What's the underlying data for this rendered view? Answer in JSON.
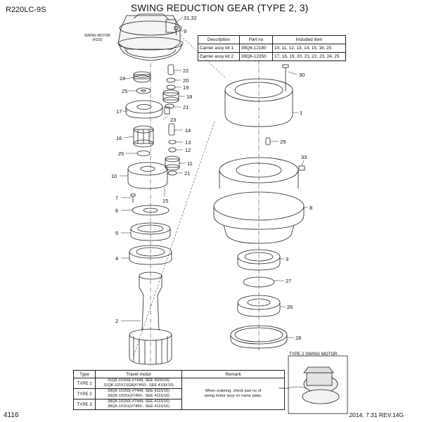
{
  "header": {
    "model": "R220LC-9S",
    "title": "SWING REDUCTION GEAR (TYPE 2, 3)"
  },
  "kit_table": {
    "headers": [
      "Description",
      "Part no",
      "Included item"
    ],
    "rows": [
      [
        "Carrier assy kit 1",
        "39Q6-12180",
        "10, 11, 12, 13, 14, 15, 16, 25"
      ],
      [
        "Carrier assy kit 2",
        "39Q6-12250",
        "17, 18, 19, 20, 21, 22, 23, 24, 25"
      ]
    ]
  },
  "swing_motor_caption": [
    "SWING MOTOR",
    "(4115)"
  ],
  "callouts": [
    "31,32",
    "9",
    "22",
    "20",
    "19",
    "18",
    "24",
    "25",
    "21",
    "17",
    "23",
    "14",
    "16",
    "13",
    "12",
    "11",
    "25",
    "21",
    "10",
    "15",
    "7",
    "6",
    "5",
    "4",
    "2",
    "30",
    "1",
    "29",
    "33",
    "8",
    "3",
    "27",
    "26",
    "28"
  ],
  "motor_table": {
    "headers": [
      "Type",
      "Travel motor",
      "Remark"
    ],
    "rows": [
      {
        "type": "TYPE 1",
        "lines": [
          "31Q6-10150(-#7449, SEE 4100/10)",
          "31Q8-10151SG8(#7450-, SEE 4100/10)"
        ]
      },
      {
        "type": "TYPE 2",
        "lines": [
          "39Q6-10150(-#7449, SEE 4115/16)",
          "39Q6-10151(#7450-, SEE 4115/16)"
        ]
      },
      {
        "type": "TYPE 3",
        "lines": [
          "38Q6-10150(-#7449, SEE 4115/16)",
          "38Q6-10151(#7450-, SEE 4115/16)"
        ]
      }
    ],
    "remark": [
      "When ordering, check part no of",
      "swing motor assy on name plate."
    ]
  },
  "type2_caption": "TYPE 2 SWING MOTOR",
  "footer": {
    "page": "4116",
    "revision": "2014. 7.31  REV.14G"
  }
}
